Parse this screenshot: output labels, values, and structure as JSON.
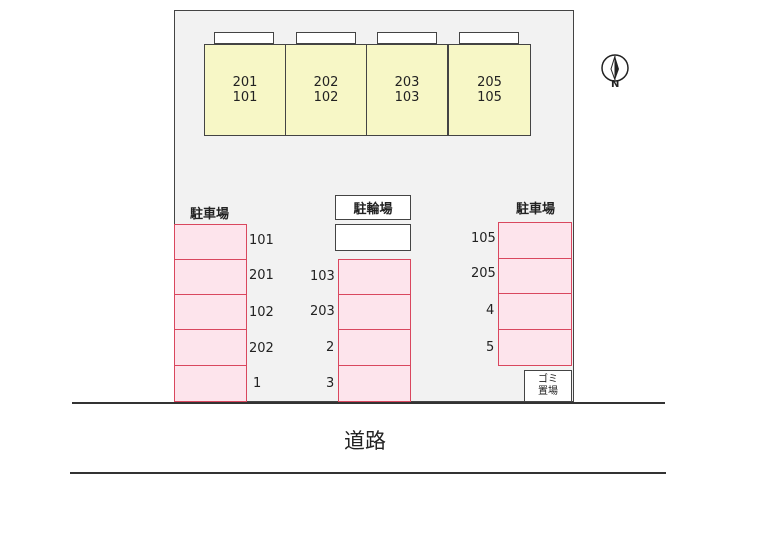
{
  "compass": {
    "label": "N"
  },
  "building_units": [
    {
      "upper": "201",
      "lower": "101"
    },
    {
      "upper": "202",
      "lower": "102"
    },
    {
      "upper": "203",
      "lower": "103"
    },
    {
      "upper": "205",
      "lower": "105"
    }
  ],
  "parking_left": {
    "title": "駐車場",
    "spaces": [
      "101",
      "201",
      "102",
      "202",
      "1"
    ]
  },
  "parking_center": {
    "spaces": [
      "103",
      "203",
      "2",
      "3"
    ]
  },
  "parking_right": {
    "title": "駐車場",
    "spaces": [
      "105",
      "205",
      "4",
      "5"
    ]
  },
  "bicycle_parking": {
    "label": "駐輪場"
  },
  "garbage": {
    "line1": "ゴミ",
    "line2": "置場"
  },
  "road": {
    "label": "道路"
  }
}
